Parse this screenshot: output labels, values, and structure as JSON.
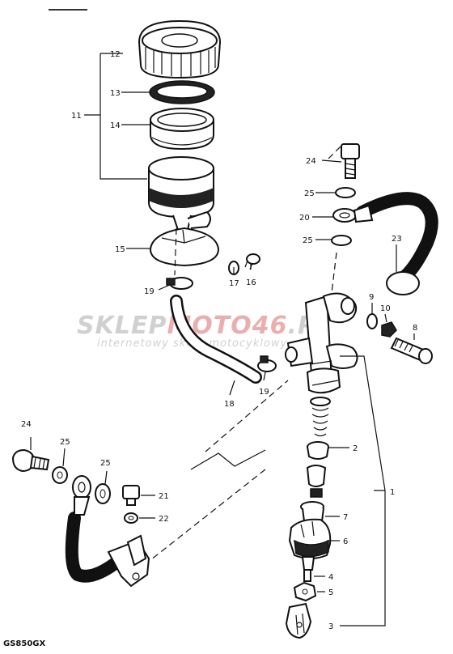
{
  "watermark": {
    "brand_part1": "SKLEP",
    "brand_part2": "MOTO",
    "brand_part3": "46",
    "brand_suffix": ".PL",
    "tagline": "internetowy sklep motocyklowy",
    "colors": {
      "grey": "#c8c8c8",
      "red": "#e8a0a0"
    }
  },
  "model_code": "GS850GX",
  "callouts": {
    "c1": "1",
    "c2": "2",
    "c3": "3",
    "c4": "4",
    "c5": "5",
    "c6": "6",
    "c7": "7",
    "c8": "8",
    "c9": "9",
    "c10": "10",
    "c11": "11",
    "c12": "12",
    "c13": "13",
    "c14": "14",
    "c15": "15",
    "c16": "16",
    "c17": "17",
    "c18": "18",
    "c19a": "19",
    "c19b": "19",
    "c20": "20",
    "c21": "21",
    "c22": "22",
    "c23": "23",
    "c24a": "24",
    "c24b": "24",
    "c25a": "25",
    "c25b": "25",
    "c25c": "25",
    "c25d": "25"
  }
}
